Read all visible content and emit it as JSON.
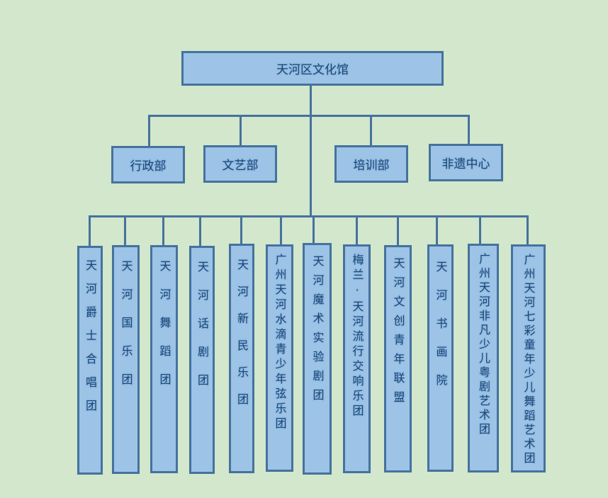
{
  "root": "天河区文化馆",
  "departments": [
    "行政部",
    "文艺部",
    "培训部",
    "非遗中心"
  ],
  "groups": [
    "天河爵士合唱团",
    "天河国乐团",
    "天河舞蹈团",
    "天河话剧团",
    "天河新民乐团",
    "广州天河水滴青少年弦乐团",
    "天河魔术实验剧团",
    "梅兰·天河流行交响乐团",
    "天河文创青年联盟",
    "天河书画院",
    "广州天河非凡少儿粤剧艺术团",
    "广州天河七彩童年少儿舞蹈艺术团"
  ]
}
